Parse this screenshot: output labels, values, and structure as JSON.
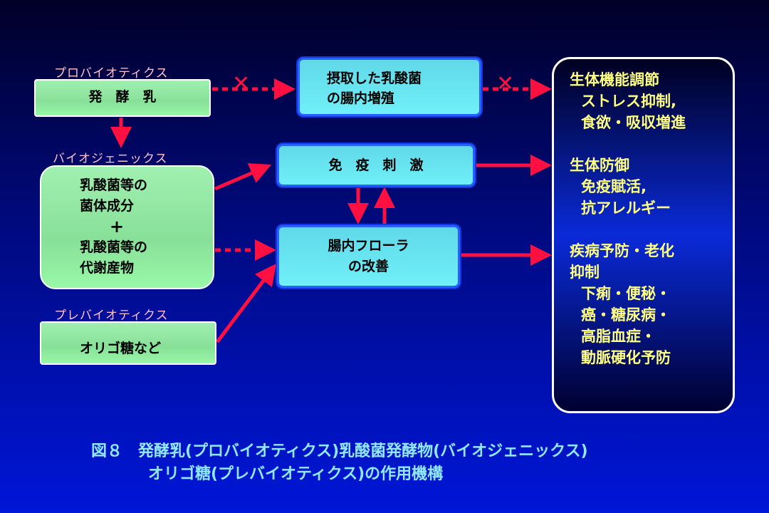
{
  "labels": {
    "probiotics": "プロバイオティクス",
    "biogenics": "バイオジェニックス",
    "prebiotics": "プレバイオティクス"
  },
  "boxes": {
    "fermented_milk": "発　酵　乳",
    "intake": [
      "摂取した乳酸菌",
      "の腸内増殖"
    ],
    "immune": "免　疫　刺　激",
    "flora": [
      "腸内フローラ",
      "の改善"
    ],
    "biogenics": [
      "乳酸菌等の",
      "菌体成分",
      "+",
      "乳酸菌等の",
      "代謝産物"
    ],
    "oligo": "オリゴ糖など"
  },
  "effects": {
    "g1": {
      "title": "生体機能調節",
      "items": [
        "ストレス抑制,",
        "食欲・吸収増進"
      ]
    },
    "g2": {
      "title": "生体防御",
      "items": [
        "免疫賦活,",
        "抗アレルギー"
      ]
    },
    "g3": {
      "title": [
        "疾病予防・老化",
        "抑制"
      ],
      "items": [
        "下痢・便秘・",
        "癌・糖尿病・",
        "高脂血症・",
        "動脈硬化予防"
      ]
    }
  },
  "caption": {
    "line1": "図８　発酵乳(プロバイオティクス)乳酸菌発酵物(バイオジェニックス)",
    "line2": "オリゴ糖(プレバイオティクス)の作用機構"
  },
  "marks": {
    "blocked": "✕"
  },
  "colors": {
    "arrow": "#ff1040",
    "effect_text": "#ffff80"
  }
}
